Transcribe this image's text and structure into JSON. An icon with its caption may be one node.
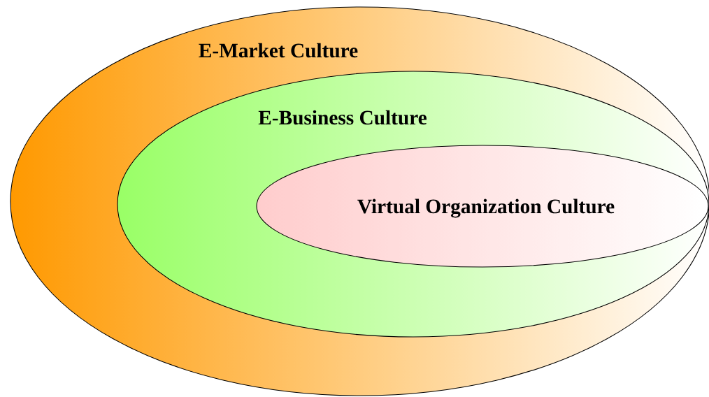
{
  "diagram": {
    "nodes": [
      {
        "text": [
          "E-Market Culture"
        ]
      },
      {
        "text": [
          "E-Business Culture"
        ],
        "in": 0
      },
      {
        "text": [
          "Virtual Organization Culture"
        ],
        "in": 1
      }
    ]
  }
}
